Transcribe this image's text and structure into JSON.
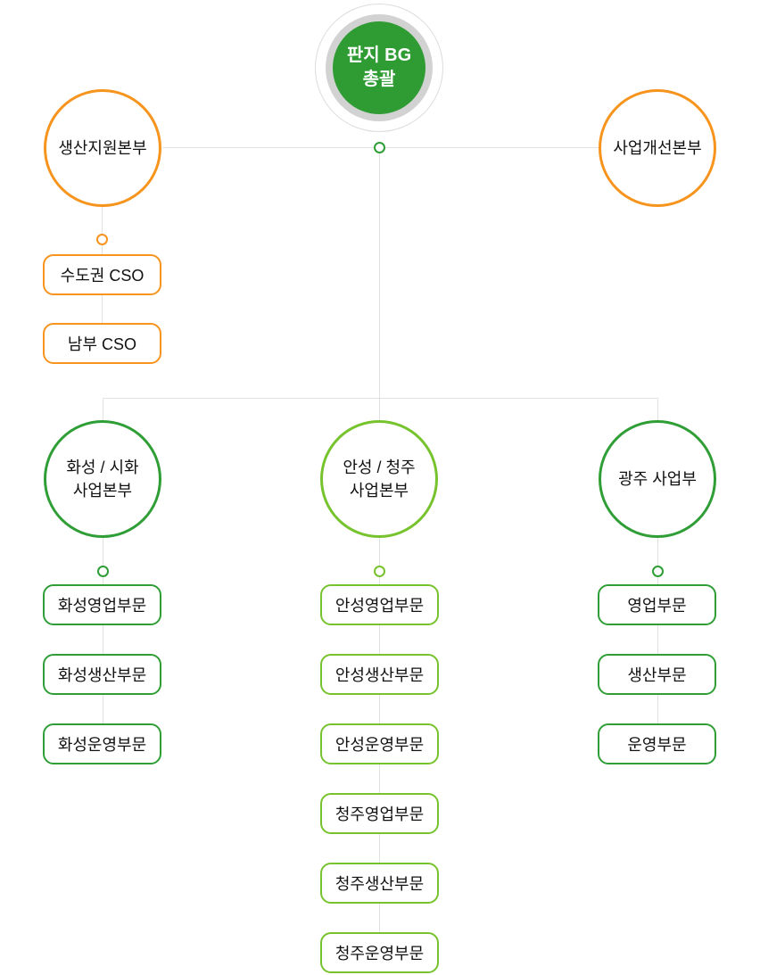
{
  "colors": {
    "orange": "#f7941d",
    "green_dark": "#2f9e36",
    "green_light": "#76c32e",
    "root_fill": "#2e9b33",
    "root_ring_gray": "#d2d2d2",
    "connector_line": "#e2e2e2",
    "text": "#111111"
  },
  "root": {
    "line1": "판지 BG",
    "line2": "총괄"
  },
  "staff_left": {
    "label": "생산지원본부",
    "children": [
      "수도권 CSO",
      "남부 CSO"
    ]
  },
  "staff_right": {
    "label": "사업개선본부"
  },
  "divisions": [
    {
      "line1": "화성 / 시화",
      "line2": "사업본부",
      "children": [
        "화성영업부문",
        "화성생산부문",
        "화성운영부문"
      ]
    },
    {
      "line1": "안성 / 청주",
      "line2": "사업본부",
      "children": [
        "안성영업부문",
        "안성생산부문",
        "안성운영부문",
        "청주영업부문",
        "청주생산부문",
        "청주운영부문"
      ]
    },
    {
      "line1": "광주 사업부",
      "line2": "",
      "children": [
        "영업부문",
        "생산부문",
        "운영부문"
      ]
    }
  ]
}
